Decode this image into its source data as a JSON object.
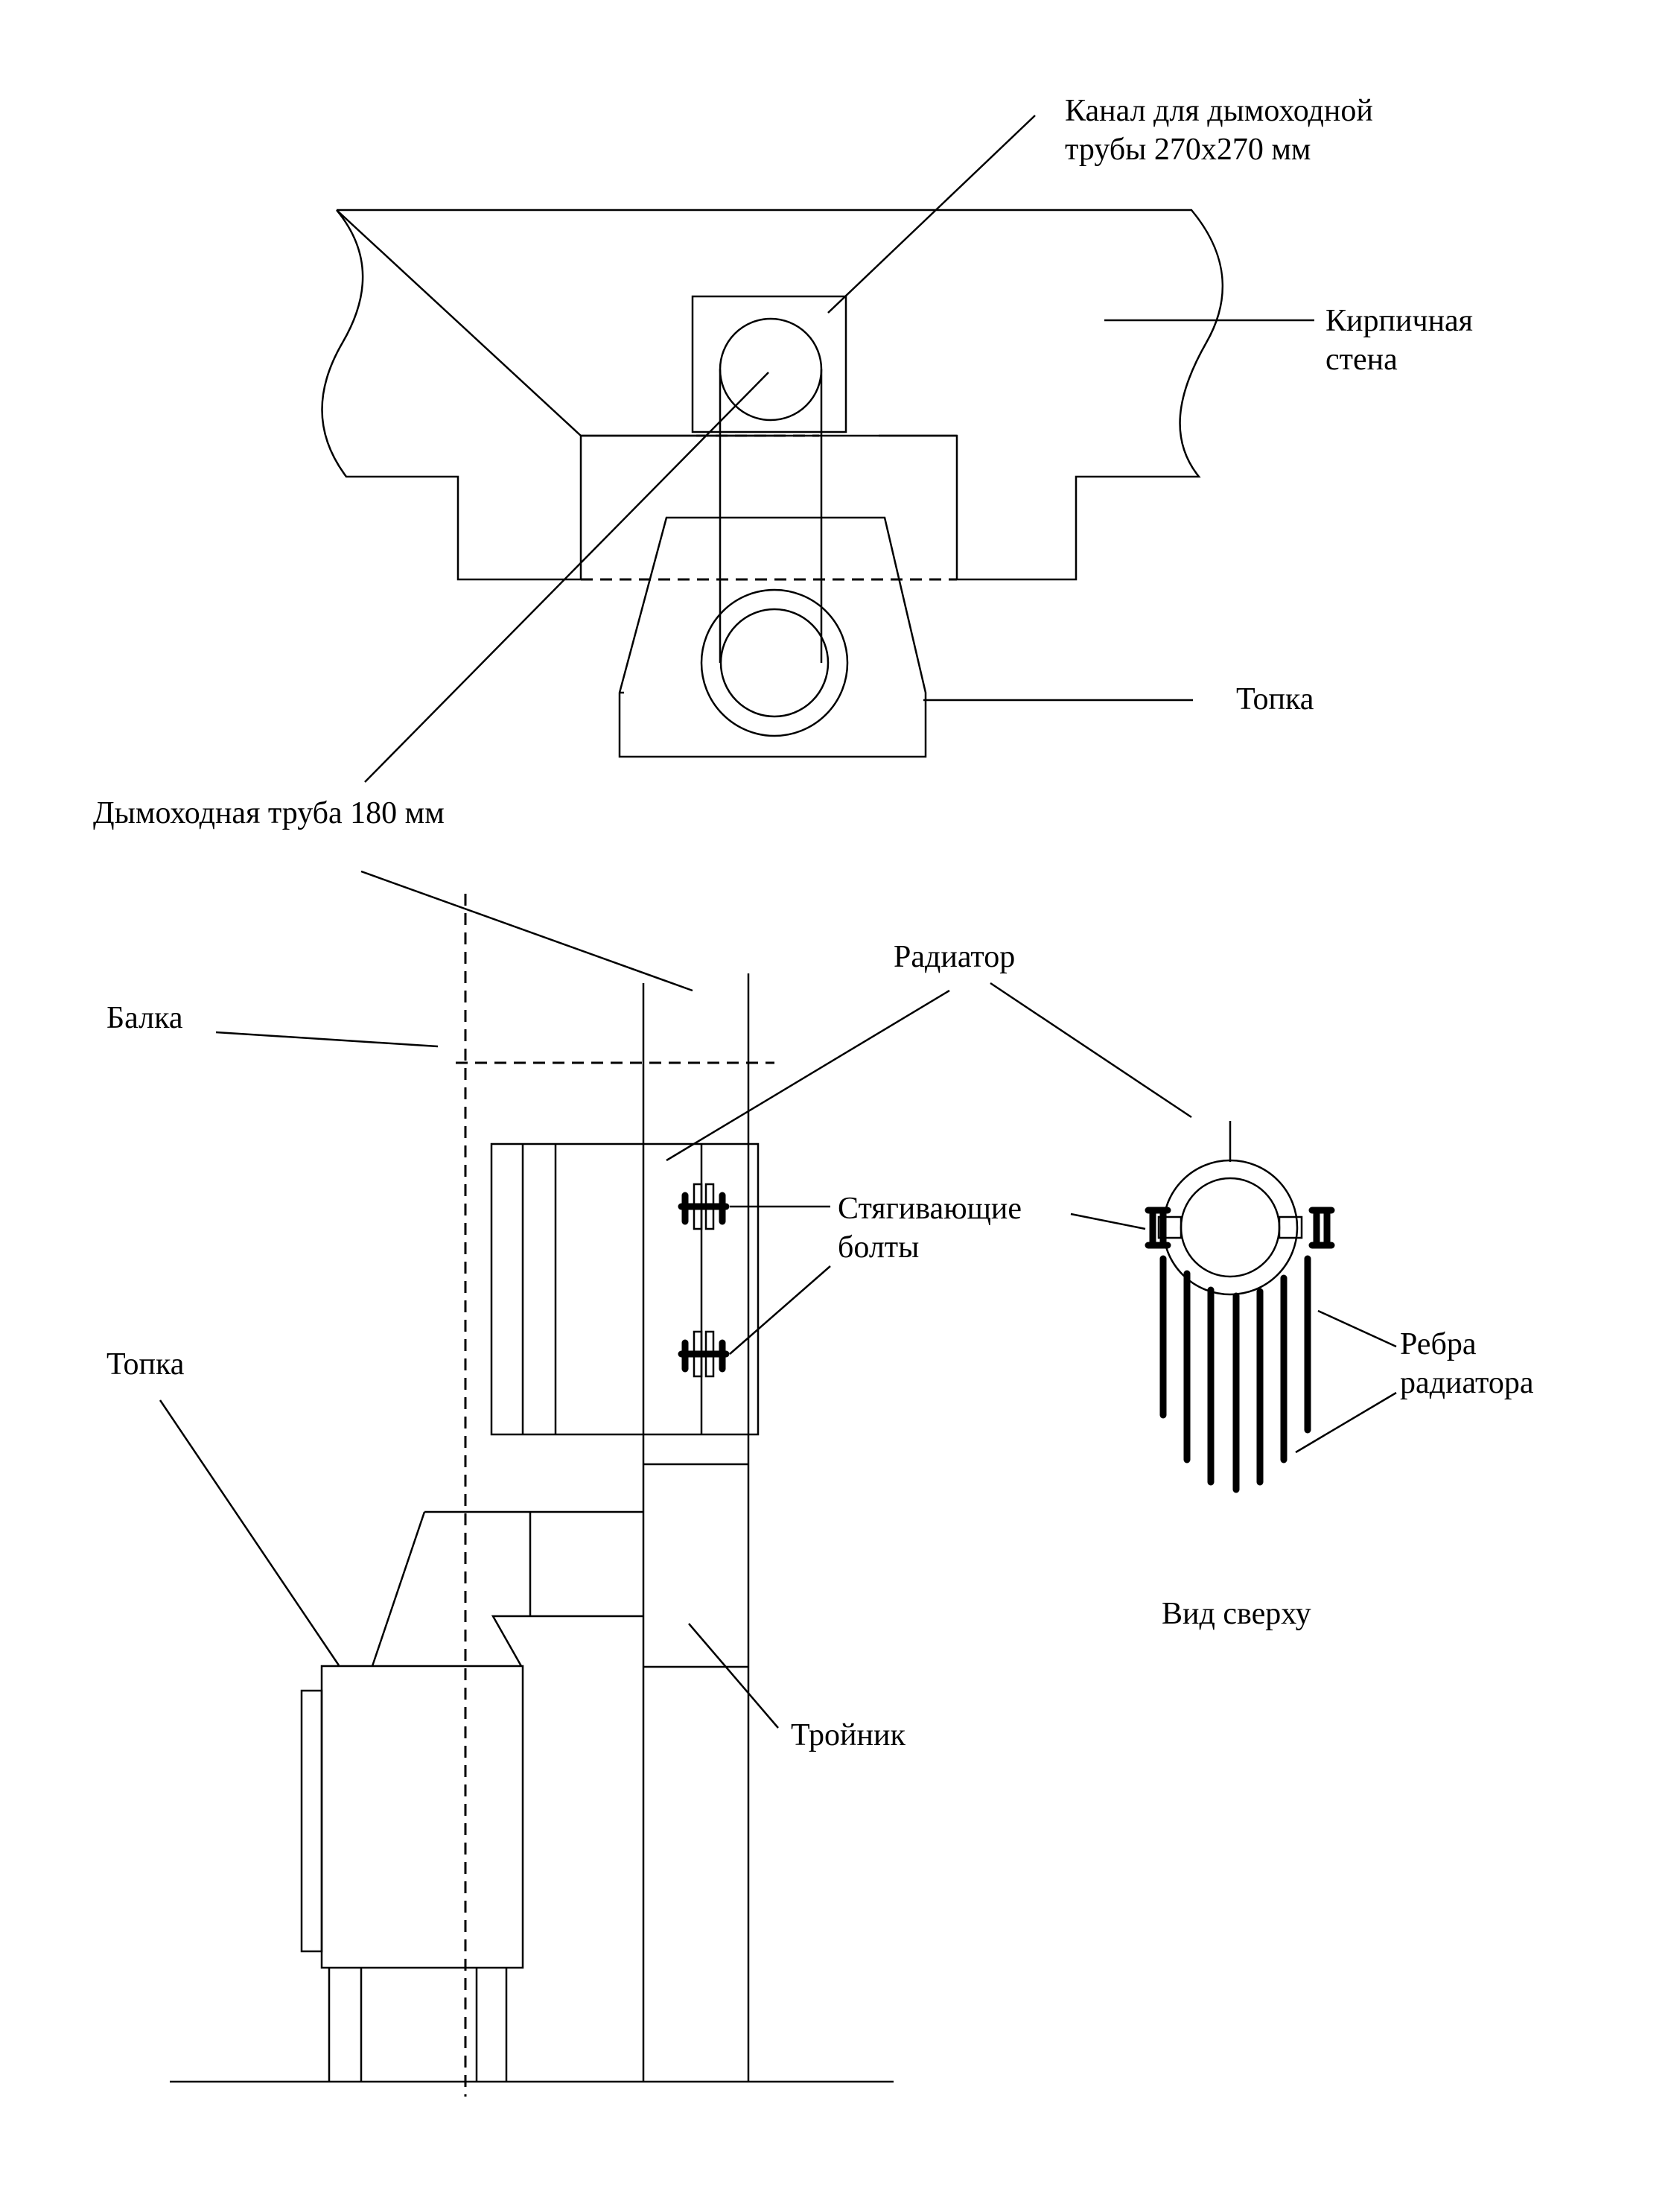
{
  "labels": {
    "channel_line1": "Канал для дымоходной",
    "channel_line2": "трубы 270х270 мм",
    "brick_wall_line1": "Кирпичная",
    "brick_wall_line2": "стена",
    "firebox_top": "Топка",
    "chimney_pipe": "Дымоходная труба 180 мм",
    "radiator": "Радиатор",
    "beam": "Балка",
    "bolts_line1": "Стягивающие",
    "bolts_line2": "болты",
    "ribs_line1": "Ребра",
    "ribs_line2": "радиатора",
    "firebox_side": "Топка",
    "tee": "Тройник",
    "top_view": "Вид сверху"
  }
}
